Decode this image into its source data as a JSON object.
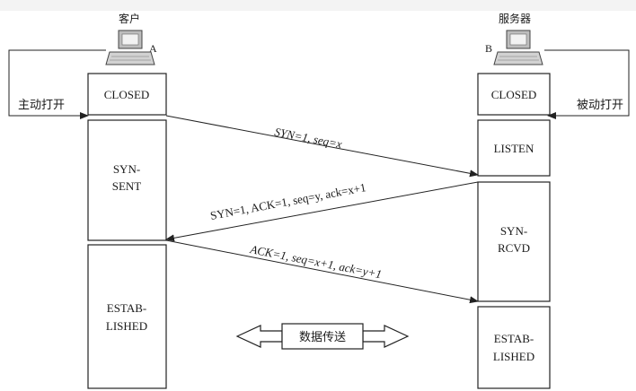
{
  "client": {
    "name": "客户",
    "tag": "A",
    "action": "主动打开",
    "states": {
      "closed": "CLOSED",
      "syn_sent_line1": "SYN-",
      "syn_sent_line2": "SENT",
      "established_line1": "ESTAB-",
      "established_line2": "LISHED"
    }
  },
  "server": {
    "name": "服务器",
    "tag": "B",
    "action": "被动打开",
    "states": {
      "closed": "CLOSED",
      "listen": "LISTEN",
      "syn_rcvd_line1": "SYN-",
      "syn_rcvd_line2": "RCVD",
      "established_line1": "ESTAB-",
      "established_line2": "LISHED"
    }
  },
  "messages": {
    "m1": "SYN=1, seq=x",
    "m2": "SYN=1, ACK=1, seq=y, ack=x+1",
    "m3": "ACK=1, seq=x+1, ack=y+1"
  },
  "data_transfer": "数据传送",
  "icons": {
    "client_computer": "computer-icon",
    "server_computer": "computer-icon"
  }
}
